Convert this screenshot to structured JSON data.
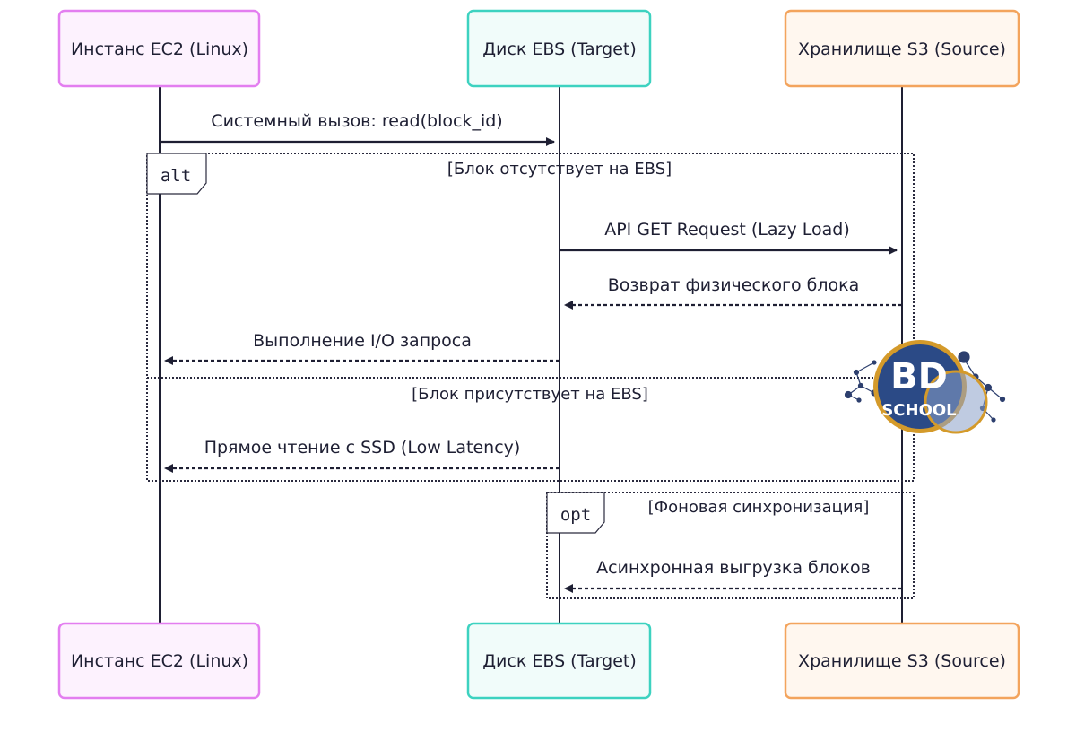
{
  "participants": [
    {
      "label": "Инстанс EC2 (Linux)",
      "fill": "#fdf2fe",
      "stroke": "#e37ef0"
    },
    {
      "label": "Диск EBS (Target)",
      "fill": "#f1fcfa",
      "stroke": "#3dd2c0"
    },
    {
      "label": "Хранилище S3 (Source)",
      "fill": "#fff7ef",
      "stroke": "#f3a45d"
    }
  ],
  "messages": [
    {
      "text": "Системный вызов: read(block_id)",
      "style": "solid"
    },
    {
      "text": "API GET Request (Lazy Load)",
      "style": "solid"
    },
    {
      "text": "Возврат физического блока",
      "style": "dashed"
    },
    {
      "text": "Выполнение I/O запроса",
      "style": "dashed"
    },
    {
      "text": "Прямое чтение с SSD (Low Latency)",
      "style": "dashed"
    },
    {
      "text": "Асинхронная выгрузка блоков",
      "style": "dashed"
    }
  ],
  "fragments": {
    "alt": {
      "keyword": "alt",
      "condition": "[Блок отсутствует на EBS]",
      "else_condition": "[Блок присутствует на EBS]"
    },
    "opt": {
      "keyword": "opt",
      "condition": "[Фоновая синхронизация]"
    }
  },
  "logo": {
    "line1": "BD",
    "line2": "SCHOOL",
    "ring": "#d49a2a",
    "disc": "#2b4a86"
  },
  "colors": {
    "line": "#1e1f33",
    "frame": "#2a2a3e"
  }
}
